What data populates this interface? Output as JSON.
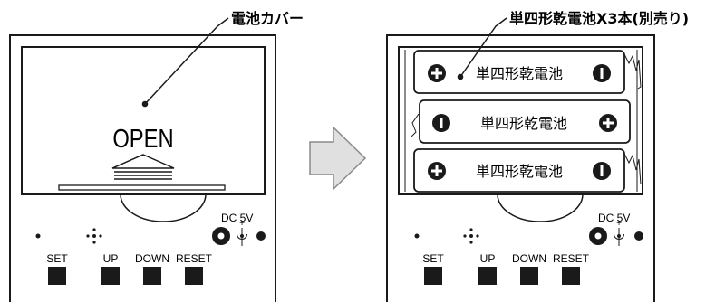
{
  "left_panel": {
    "callout": "電池カバー",
    "open_label": "OPEN"
  },
  "right_panel": {
    "callout": "単四形乾電池X3本(別売り)",
    "batteries": [
      {
        "label": "単四形乾電池",
        "left_terminal": "plus",
        "right_terminal": "minus"
      },
      {
        "label": "単四形乾電池",
        "left_terminal": "minus",
        "right_terminal": "plus"
      },
      {
        "label": "単四形乾電池",
        "left_terminal": "plus",
        "right_terminal": "minus"
      }
    ]
  },
  "controls": {
    "dc_label": "DC 5V",
    "plus_mark": "+",
    "buttons": [
      {
        "label": "SET"
      },
      {
        "label": "UP"
      },
      {
        "label": "DOWN"
      },
      {
        "label": "RESET"
      }
    ]
  },
  "colors": {
    "line": "#1a1a1a",
    "arrow_fill": "#e0e0e0",
    "arrow_stroke": "#8a8a8a"
  }
}
